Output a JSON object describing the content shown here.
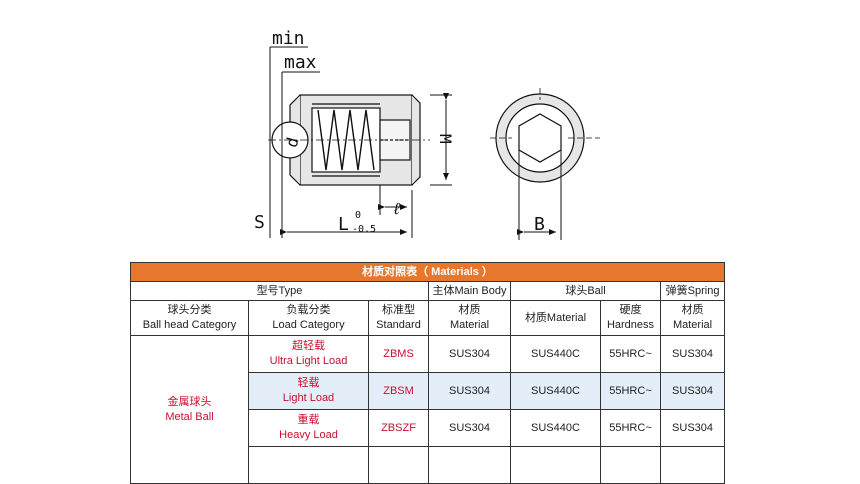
{
  "drawing": {
    "min_label": "min",
    "max_label": "max",
    "d_label": "d",
    "m_label": "M",
    "s_label": "S",
    "l_label": "L",
    "tol_upper": "0",
    "tol_lower": "-0.5",
    "ell_label": "ℓ",
    "b_label": "B"
  },
  "table": {
    "title": "材质对照表（ Materials ）",
    "groups": {
      "type": "型号Type",
      "main_body": "主体Main Body",
      "ball": "球头Ball",
      "spring": "弹簧Spring"
    },
    "columns": {
      "ball_head_category": {
        "cn": "球头分类",
        "en": "Ball head Category"
      },
      "load_category": {
        "cn": "负载分类",
        "en": "Load Category"
      },
      "standard": {
        "cn": "标准型",
        "en": "Standard"
      },
      "body_material": {
        "cn": "材质",
        "en": "Material"
      },
      "ball_material": "材质Material",
      "hardness": {
        "cn": "硬度",
        "en": "Hardness"
      },
      "spring_material": {
        "cn": "材质",
        "en": "Material"
      }
    },
    "category": {
      "cn": "金属球头",
      "en": "Metal Ball"
    },
    "rows": [
      {
        "load_cn": "超轻载",
        "load_en": "Ultra Light Load",
        "code": "ZBMS",
        "body": "SUS304",
        "ball": "SUS440C",
        "hardness": "55HRC~",
        "spring": "SUS304"
      },
      {
        "load_cn": "轻载",
        "load_en": "Light Load",
        "code": "ZBSM",
        "body": "SUS304",
        "ball": "SUS440C",
        "hardness": "55HRC~",
        "spring": "SUS304"
      },
      {
        "load_cn": "重载",
        "load_en": "Heavy Load",
        "code": "ZBSZF",
        "body": "SUS304",
        "ball": "SUS440C",
        "hardness": "55HRC~",
        "spring": "SUS304"
      }
    ]
  }
}
